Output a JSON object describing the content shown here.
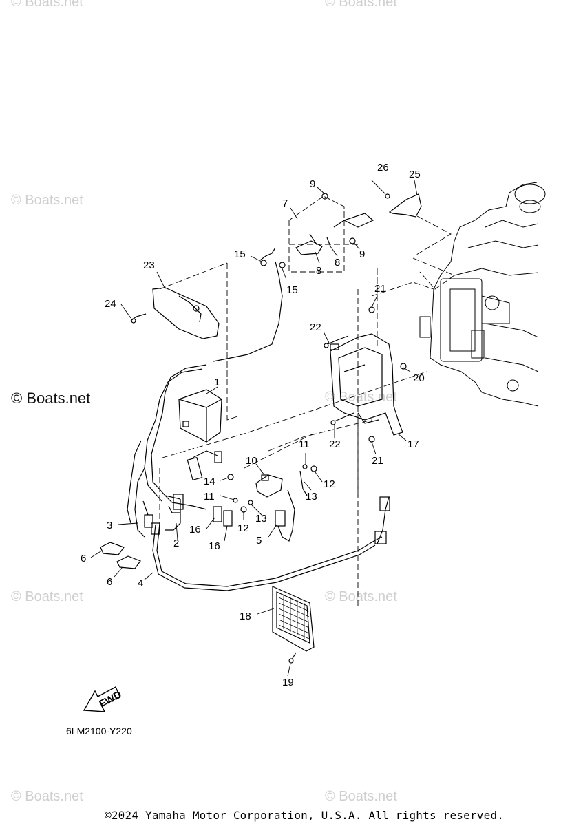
{
  "watermarks": [
    "© Boats.net",
    "© Boats.net",
    "© Boats.net",
    "© Boats.net",
    "© Boats.net",
    "© Boats.net",
    "© Boats.net",
    "© Boats.net"
  ],
  "main_watermark": "© Boats.net",
  "parts": [
    {
      "label": "1"
    },
    {
      "label": "2"
    },
    {
      "label": "3"
    },
    {
      "label": "4"
    },
    {
      "label": "5"
    },
    {
      "label": "6"
    },
    {
      "label": "6"
    },
    {
      "label": "7"
    },
    {
      "label": "8"
    },
    {
      "label": "8"
    },
    {
      "label": "9"
    },
    {
      "label": "9"
    },
    {
      "label": "10"
    },
    {
      "label": "11"
    },
    {
      "label": "11"
    },
    {
      "label": "12"
    },
    {
      "label": "12"
    },
    {
      "label": "13"
    },
    {
      "label": "13"
    },
    {
      "label": "14"
    },
    {
      "label": "15"
    },
    {
      "label": "15"
    },
    {
      "label": "16"
    },
    {
      "label": "16"
    },
    {
      "label": "17"
    },
    {
      "label": "18"
    },
    {
      "label": "19"
    },
    {
      "label": "20"
    },
    {
      "label": "21"
    },
    {
      "label": "21"
    },
    {
      "label": "22"
    },
    {
      "label": "22"
    },
    {
      "label": "23"
    },
    {
      "label": "24"
    },
    {
      "label": "25"
    },
    {
      "label": "26"
    }
  ],
  "fwd_label": "FWD",
  "diagram_code": "6LM2100-Y220",
  "copyright": "©2024 Yamaha Motor Corporation, U.S.A. All rights reserved."
}
